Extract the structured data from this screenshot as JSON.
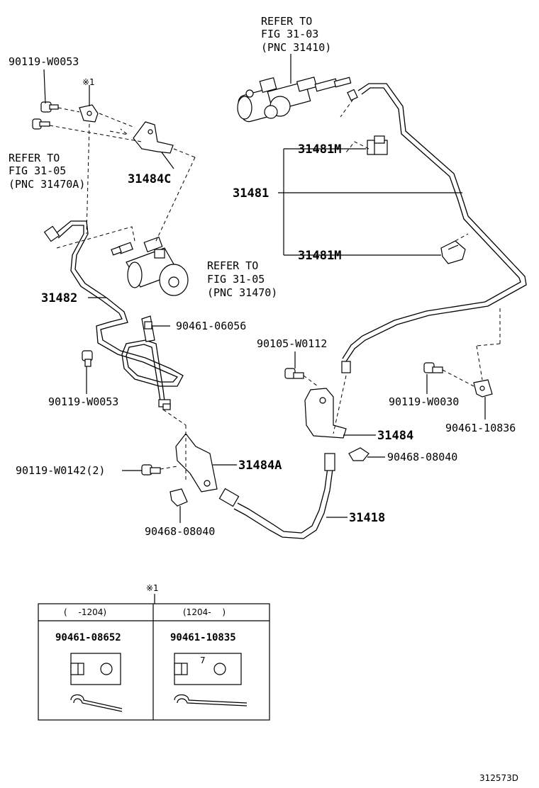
{
  "diagram": {
    "callouts": {
      "refer_top": [
        "REFER TO",
        "FIG 31-03",
        "(PNC 31410)"
      ],
      "refer_left": [
        "REFER TO",
        "FIG 31-05",
        "(PNC 31470A)"
      ],
      "refer_mid": [
        "REFER TO",
        "FIG 31-05",
        "(PNC 31470)"
      ],
      "p_90119_w0053_top": "90119-W0053",
      "note_mark_top": "※1",
      "p_31484c": "31484C",
      "p_31481m_top": "31481M",
      "p_31481": "31481",
      "p_31481m_bot": "31481M",
      "p_31482": "31482",
      "p_90461_06056": "90461-06056",
      "p_90105_w0112": "90105-W0112",
      "p_90119_w0053_bot": "90119-W0053",
      "p_90119_w0030": "90119-W0030",
      "p_90461_10836": "90461-10836",
      "p_31484": "31484",
      "p_90468_08040_right": "90468-08040",
      "p_90119_w0142": "90119-W0142(2)",
      "p_31484a": "31484A",
      "p_31418": "31418",
      "p_90468_08040_left": "90468-08040",
      "note_mark_table": "※1",
      "figure_code": "312573D"
    },
    "note_table": {
      "col1_header": "(　 -1204)",
      "col2_header": "(1204-　 )",
      "col1_part": "90461-08652",
      "col2_part": "90461-10835",
      "col2_mark": "7"
    }
  }
}
